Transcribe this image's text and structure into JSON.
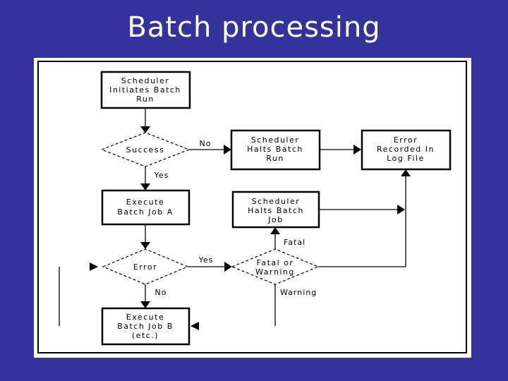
{
  "title": "Batch processing",
  "colors": {
    "background": "#33339B",
    "panel": "#FFFFFF",
    "border": "#000000",
    "diagram_text": "#000000",
    "title_text": "#FFFFFF"
  },
  "flowchart": {
    "boxes": {
      "init": {
        "lines": [
          "Scheduler",
          "Initiates Batch",
          "Run"
        ]
      },
      "halt_run": {
        "lines": [
          "Scheduler",
          "Halts Batch",
          "Run"
        ]
      },
      "error_log": {
        "lines": [
          "Error",
          "Recorded In",
          "Log File"
        ]
      },
      "job_a": {
        "lines": [
          "Execute",
          "Batch Job A"
        ]
      },
      "halt_job": {
        "lines": [
          "Scheduler",
          "Halts Batch",
          "Job"
        ]
      },
      "job_b": {
        "lines": [
          "Execute",
          "Batch Job B",
          "(etc.)"
        ]
      }
    },
    "decisions": {
      "success": {
        "label": "Success"
      },
      "error": {
        "label": "Error"
      },
      "fatal_or_warning": {
        "lines": [
          "Fatal or",
          "Warning"
        ]
      }
    },
    "edge_labels": {
      "success_no": "No",
      "success_yes": "Yes",
      "error_yes": "Yes",
      "error_no": "No",
      "fatal": "Fatal",
      "warning": "Warning"
    }
  }
}
